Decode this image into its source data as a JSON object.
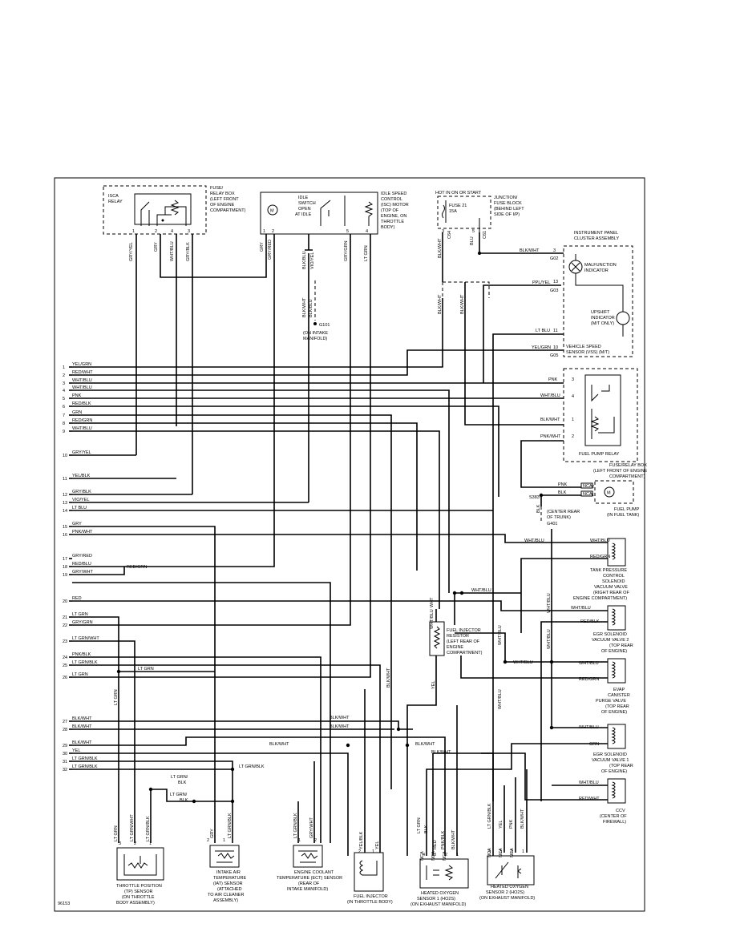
{
  "diagram_id": "96153",
  "components": {
    "fuse_relay_box": {
      "relay_name": [
        "ISCA",
        "RELAY"
      ],
      "caption": [
        "FUSE/",
        "RELAY BOX",
        "(LEFT FRONT",
        "OF ENGINE",
        "COMPARTMENT)"
      ],
      "pins": [
        "1",
        "2",
        "4",
        "3"
      ]
    },
    "isc_motor": {
      "switch_caption": [
        "IDLE",
        "SWITCH",
        "OPEN",
        "AT IDLE"
      ],
      "caption": [
        "IDLE SPEED",
        "CONTROL",
        "(ISC) MOTOR",
        "(TOP OF",
        "ENGINE, ON",
        "THROTTLE",
        "BODY)"
      ],
      "pins": [
        "1",
        "2",
        "5",
        "4"
      ]
    },
    "junction_block": {
      "hot_label": "HOT IN ON OR START",
      "fuse": [
        "FUSE 21",
        "15A"
      ],
      "caption": [
        "JUNCTION/",
        "FUSE BLOCK",
        "(BEHIND LEFT",
        "SIDE OF I/P)"
      ],
      "pins": [
        "3",
        "5"
      ],
      "connectors": [
        "C64",
        "C61"
      ]
    },
    "instrument_panel": {
      "caption": [
        "INSTRUMENT PANEL",
        "CLUSTER ASSEMBLY"
      ],
      "mil_caption": [
        "MALFUNCTION",
        "INDICATOR"
      ],
      "upshift_caption": [
        "UPSHIFT",
        "INDICATOR",
        "(M/T ONLY)"
      ],
      "vss_caption": [
        "VEHICLE SPEED",
        "SENSOR (VSS) (M/T)"
      ],
      "pins": [
        "3",
        "13",
        "11",
        "10"
      ],
      "connectors": [
        "G02",
        "G03",
        "G05"
      ]
    },
    "fuel_pump_relay": {
      "caption": "FUEL PUMP RELAY",
      "caption2": [
        "FUSE/RELAY BOX",
        "(LEFT FRONT OF ENGINE",
        "COMPARTMENT)"
      ],
      "pins": [
        "3",
        "4",
        "1",
        "2"
      ]
    },
    "fuel_pump": {
      "caption": [
        "FUEL PUMP",
        "(IN FUEL TANK)"
      ],
      "ground": [
        "S383",
        "(CENTER REAR",
        "OF TRUNK)",
        "G401"
      ],
      "pins": [
        "2",
        "1"
      ]
    },
    "tank_pressure": {
      "caption": [
        "TANK PRESSURE",
        "CONTROL",
        "SOLENOID",
        "VACUUM VALVE",
        "(RIGHT REAR OF",
        "ENGINE COMPARTMENT)"
      ]
    },
    "egr2": {
      "caption": [
        "EGR SOLENOID",
        "VACUUM VALVE 2",
        "(TOP REAR",
        "OF ENGINE)"
      ]
    },
    "evap": {
      "caption": [
        "EVAP",
        "CANISTER",
        "PURGE VALVE",
        "(TOP REAR",
        "OF ENGINE)"
      ]
    },
    "egr1": {
      "caption": [
        "EGR SOLENOID",
        "VACUUM VALVE 1",
        "(TOP REAR",
        "OF ENGINE)"
      ]
    },
    "ccv": {
      "caption": [
        "CCV",
        "(CENTER OF",
        "FIREWALL)"
      ]
    },
    "injector_resistor": {
      "caption": [
        "FUEL INJECTOR",
        "RESISTOR",
        "(LEFT REAR OF",
        "ENGINE",
        "COMPARTMENT)"
      ]
    },
    "g101": {
      "caption": [
        "G101",
        "(ON INTAKE",
        "MANIFOLD)"
      ]
    },
    "tp_sensor": {
      "caption": [
        "THROTTLE POSITION",
        "(TP) SENSOR",
        "(ON THROTTLE",
        "BODY ASSEMBLY)"
      ]
    },
    "iat_sensor": {
      "caption": [
        "INTAKE AIR",
        "TEMPERATURE",
        "(IAT) SENSOR",
        "(ATTACHED",
        "TO AIR CLEANER",
        "ASSEMBLY)"
      ]
    },
    "ect_sensor": {
      "caption": [
        "ENGINE COOLANT",
        "TEMPERATURE (ECT) SENSOR",
        "(REAR OF",
        "INTAKE MANIFOLD)"
      ]
    },
    "fuel_injector": {
      "caption": [
        "FUEL INJECTOR",
        "(IN THROTTLE BODY)"
      ]
    },
    "ho2s1": {
      "caption": [
        "HEATED OXYGEN",
        "SENSOR 1 (HO2S)",
        "(ON EXHAUST MANIFOLD)"
      ]
    },
    "ho2s2": {
      "caption": [
        "HEATED OXYGEN",
        "SENSOR 2 (HO2S)",
        "(ON EXHAUST MANIFOLD)"
      ]
    }
  },
  "ecm_pins": [
    {
      "pin": "1",
      "wire": "YEL/GRN"
    },
    {
      "pin": "2",
      "wire": "RED/WHT"
    },
    {
      "pin": "3",
      "wire": "WHT/BLU"
    },
    {
      "pin": "4",
      "wire": "WHT/BLU"
    },
    {
      "pin": "5",
      "wire": "PNK"
    },
    {
      "pin": "6",
      "wire": "RED/BLK"
    },
    {
      "pin": "7",
      "wire": "GRN"
    },
    {
      "pin": "8",
      "wire": "RED/GRN"
    },
    {
      "pin": "9",
      "wire": "WHT/BLU"
    },
    {
      "pin": "10",
      "wire": "GRY/YEL"
    },
    {
      "pin": "11",
      "wire": "YEL/BLK"
    },
    {
      "pin": "12",
      "wire": "GRY/BLK"
    },
    {
      "pin": "13",
      "wire": "VIO/YEL"
    },
    {
      "pin": "14",
      "wire": "LT BLU"
    },
    {
      "pin": "15",
      "wire": "GRY"
    },
    {
      "pin": "16",
      "wire": "PNK/WHT"
    },
    {
      "pin": "17",
      "wire": "GRY/RED"
    },
    {
      "pin": "18",
      "wire": "RED/BLU"
    },
    {
      "pin": "19",
      "wire": "GRY/WHT"
    },
    {
      "pin": "20",
      "wire": "RED"
    },
    {
      "pin": "21",
      "wire": "LT GRN"
    },
    {
      "pin": "22",
      "wire": "GRY/GRN"
    },
    {
      "pin": "23",
      "wire": "LT GRN/WHT"
    },
    {
      "pin": "24",
      "wire": "PNK/BLK"
    },
    {
      "pin": "25",
      "wire": "LT GRN/BLK"
    },
    {
      "pin": "26",
      "wire": "LT GRN"
    },
    {
      "pin": "27",
      "wire": "BLK/WHT"
    },
    {
      "pin": "28",
      "wire": "BLK/WHT"
    },
    {
      "pin": "29",
      "wire": "BLK/WHT"
    },
    {
      "pin": "30",
      "wire": "YEL"
    },
    {
      "pin": "31",
      "wire": "LT GRN/BLK"
    },
    {
      "pin": "32",
      "wire": "LT GRN/BLK"
    }
  ],
  "wire_labels": {
    "relay_gry_yel": "GRY/YEL",
    "relay_gry": "GRY",
    "relay_wht_blu": "WHT/BLU",
    "relay_gry_blk": "GRY/BLK",
    "isc_gry": "GRY",
    "isc_gry_red": "GRY/RED",
    "isc_blk_blu": "BLK/BLU",
    "isc_vio_yel": "VIO/YEL",
    "isc_gry_grn": "GRY/GRN",
    "isc_lt_grn": "LT GRN",
    "g101_blk_wht": "BLK/WHT",
    "g101_blk_blu": "BLK/BLU",
    "jb_blk_wht": "BLK/WHT",
    "jb_blu": "BLU",
    "jb_blk_wht2": "BLK/WHT",
    "ip_blk_wht": "BLK/WHT",
    "ip_ppl_yel": "PPL/YEL",
    "ip_lt_blu": "LT BLU",
    "ip_yel_grn": "YEL/GRN",
    "fp_pnk": "PNK",
    "fp_wht_blu": "WHT/BLU",
    "fp_blk_wht": "BLK/WHT",
    "fp_pnk_wht": "PNK/WHT",
    "pump_pnk": "PNK",
    "pump_blk": "BLK",
    "pump_blk_v": "BLK",
    "tank_wht_blu": "WHT/BLU",
    "tank_red_grn": "RED/GRN",
    "egr2_wht_blu": "WHT/BLU",
    "egr2_red_blk": "RED/BLK",
    "evap_wht_blu": "WHT/BLU",
    "evap_red_grn": "RED/GRN",
    "egr1_wht_blu": "WHT/BLU",
    "egr1_grn": "GRN",
    "ccv_wht_blu": "WHT/BLU",
    "ccv_red_wht": "RED/WHT",
    "mid_wht_blu": "WHT/BLU",
    "mid_wht_blu2": "WHT/BLU",
    "vert_wht_blu": "WHT/BLU",
    "vert_wht_blu2": "WHT/BLU",
    "res_wht": "WHT",
    "res_wht_blu": "WHT/BLU",
    "res_blk_wht": "BLK/WHT",
    "res_yel": "YEL",
    "red_grn_18": "RED/GRN",
    "lt_grn_26": "LT GRN",
    "lt_grn_blk_32": "LT GRN/BLK",
    "lt_grn_blk_iat": "LT GRN/",
    "blk_iat": "BLK",
    "lt_grn_blk2": "LT GRN/",
    "blk2": "BLK",
    "blk_wht_27": "BLK/WHT",
    "blk_wht_29": "BLK/WHT",
    "blk_wht_30": "BLK/WHT",
    "tp_lt_grn": "LT GRN",
    "tp_lt_grn_wht": "LT GRN/WHT",
    "tp_lt_grn_blk": "LT GRN/BLK",
    "iat_gry": "GRY",
    "iat_lt_grn_blk": "LT GRN/BLK",
    "ect_lt_grn_blk": "LT GRN/BLK",
    "ect_gry_wht": "GRY/WHT",
    "inj_yel_blk": "YEL/BLK",
    "inj_yel": "YEL",
    "inj_blk_wht": "BLK/WHT",
    "ho2s1_lt_grn": "LT GRN",
    "ho2s1_blk": "BLK",
    "ho2s1_red": "RED",
    "ho2s1_pnk_blk": "PNK/BLK",
    "ho2s1_blk_wht": "BLK/WHT",
    "ho2s2_lt_grn_blk": "LT GRN/BLK",
    "ho2s2_yel": "YEL",
    "ho2s2_pnk": "PNK",
    "ho2s2_blk_wht": "BLK/WHT",
    "nca": "NCA"
  },
  "sensor_pins": {
    "tp": [
      "3",
      "2",
      "1"
    ],
    "iat": [
      "2",
      "1"
    ],
    "ect": [
      "1",
      "2"
    ],
    "inj": [
      "2",
      "1"
    ],
    "ho2s1": [
      "4",
      "3",
      "2",
      "1"
    ],
    "ho2s2": [
      "4",
      "3",
      "2",
      "1"
    ]
  },
  "colors": {
    "ink": "#000000",
    "paper": "#ffffff"
  }
}
